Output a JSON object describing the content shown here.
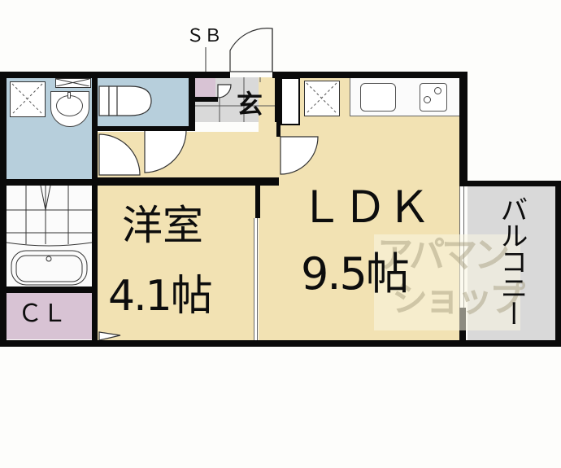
{
  "floor_plan": {
    "rooms": {
      "western_room": {
        "name": "洋室",
        "size": "4.1帖"
      },
      "ldk": {
        "name": "ＬＤＫ",
        "size": "9.5帖"
      },
      "entrance": {
        "name": "玄"
      },
      "closet": {
        "name": "ＣＬ"
      },
      "shoe_box": {
        "name": "ＳＢ"
      },
      "balcony": {
        "name": "バルコニー"
      }
    },
    "watermark": {
      "line1": "アパマン",
      "line2": "ショップ"
    },
    "colors": {
      "wall": "#0a0a0a",
      "living_beige": "#f2e2b3",
      "wet_blue": "#b7cfdc",
      "entrance_grey": "#d9d9d9",
      "storage_purple": "#d8c3d4",
      "watermark": "#c9c0a6"
    }
  }
}
